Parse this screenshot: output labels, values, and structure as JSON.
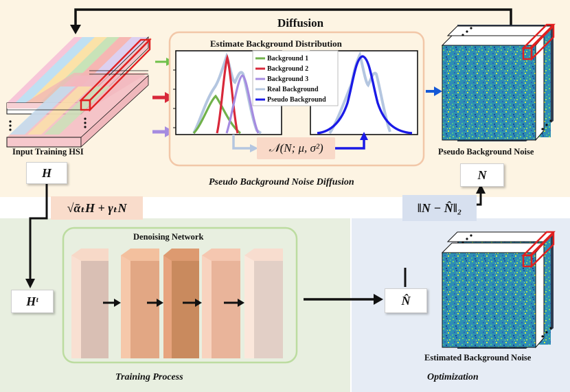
{
  "title": "Diffusion",
  "input_label": "Input Training HSI",
  "pseudo_noise_label": "Pseudo Background Noise",
  "estimate_title": "Estimate Background Distribution",
  "legend": [
    {
      "label": "Background 1",
      "color": "#70b14a"
    },
    {
      "label": "Background 2",
      "color": "#d8283a"
    },
    {
      "label": "Background 3",
      "color": "#a58be0"
    },
    {
      "label": "Real Background",
      "color": "#b4c6e0"
    },
    {
      "label": "Pseudo Background",
      "color": "#1a1ae6"
    }
  ],
  "normal_formula": "𝒩(N; μ, σ²)",
  "section_top": "Pseudo Background Noise Diffusion",
  "H": "H",
  "forward_formula": "√ᾱₜH + γₜN",
  "N": "N",
  "loss_formula": "‖N − N̂‖₂",
  "denoising_label": "Denoising Network",
  "Ht": "Hᵗ",
  "Nhat": "N̂",
  "estimated_label": "Estimated Background Noise",
  "section_train": "Training Process",
  "section_opt": "Optimization",
  "colors": {
    "top_bg": "#fdf4e3",
    "train_bg": "#e8efe0",
    "opt_bg": "#e6ecf5",
    "arrow_blue": "#1558d6",
    "highlight_red": "#e02020"
  }
}
